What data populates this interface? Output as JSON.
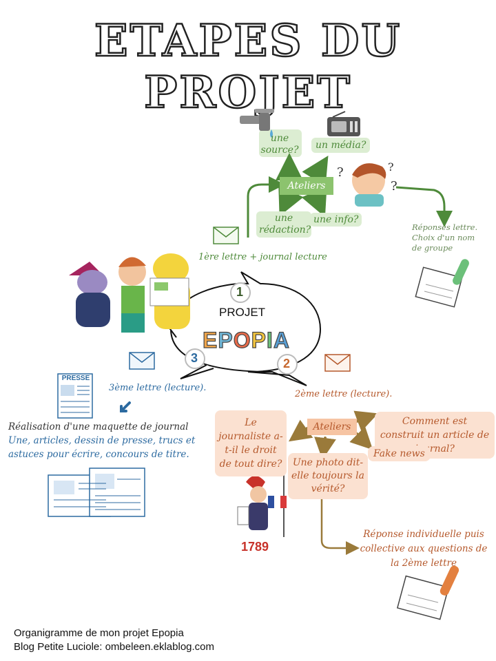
{
  "title": "ETAPES DU PROJET",
  "center": {
    "label": "PROJET",
    "name_letters": [
      "E",
      "P",
      "O",
      "P",
      "I",
      "A"
    ],
    "name_colors": [
      "#f0a54a",
      "#6fb7d8",
      "#e86b4a",
      "#f3c53e",
      "#6cc07a",
      "#5aa0d6"
    ]
  },
  "step1": {
    "number": "1",
    "letter_label": "1ère lettre + journal lecture",
    "ateliers": "Ateliers",
    "bubbles": [
      "une source?",
      "un média?",
      "une rédaction?",
      "une info?"
    ],
    "reponses": "Réponses lettre. Choix d'un nom de groupe"
  },
  "step2": {
    "number": "2",
    "letter_label": "2ème lettre (lecture).",
    "ateliers": "Ateliers",
    "bubbles": [
      "Le journaliste a-t-il le droit de tout dire?",
      "Comment est construit un article de journal?",
      "Fake news",
      "Une photo dit-elle toujours la vérité?"
    ],
    "reponse": "Réponse individuelle puis collective aux questions de la 2ème lettre",
    "badge": "1789"
  },
  "step3": {
    "number": "3",
    "letter_label": "3ème lettre (lecture).",
    "presse": "PRESSE",
    "maquette_title": "Réalisation d'une maquette de journal",
    "maquette_text": "Une, articles, dessin de presse, trucs et astuces pour écrire, concours de titre."
  },
  "footer": {
    "line1": "Organigramme de mon projet Epopia",
    "line2": "Blog Petite Luciole: ombeleen.eklablog.com"
  },
  "colors": {
    "green": "#4e8a3a",
    "orange": "#b5592c",
    "blue": "#2c6aa0"
  }
}
